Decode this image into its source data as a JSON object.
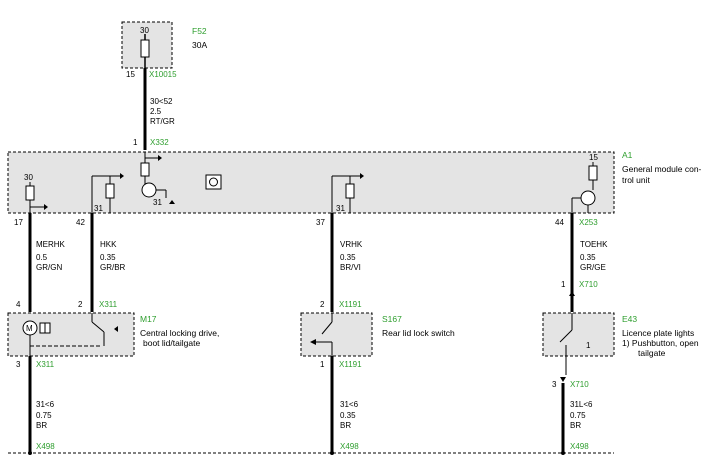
{
  "fuse": {
    "id": "F52",
    "rating": "30A",
    "pin_top": "30",
    "pin_bottom": "15",
    "connector": "X10015"
  },
  "wire_fuse": {
    "code": "30<52",
    "gauge": "2.5",
    "color": "RT/GR"
  },
  "module": {
    "id": "A1",
    "desc1": "General module con-",
    "desc2": "trol unit",
    "connector_top": "X332",
    "connector_right": "X253",
    "pin_top": "1",
    "pin_30": "30",
    "pin_15": "15",
    "gnd_label": "31",
    "pins": {
      "merhk": "17",
      "hkk": "42",
      "vrhk": "37",
      "toehk": "44"
    }
  },
  "wires": {
    "merhk": {
      "name": "MERHK",
      "gauge": "0.5",
      "color": "GR/GN"
    },
    "hkk": {
      "name": "HKK",
      "gauge": "0.35",
      "color": "GR/BR"
    },
    "vrhk": {
      "name": "VRHK",
      "gauge": "0.35",
      "color": "BR/VI"
    },
    "toehk": {
      "name": "TOEHK",
      "gauge": "0.35",
      "color": "GR/GE"
    }
  },
  "m17": {
    "id": "M17",
    "desc1": "Central locking drive,",
    "desc2": "boot lid/tailgate",
    "pin_in1": "4",
    "pin_in2": "2",
    "connector_in": "X311",
    "pin_out": "3",
    "connector_out": "X311"
  },
  "s167": {
    "id": "S167",
    "desc": "Rear lid lock switch",
    "pin_in": "2",
    "connector_in": "X1191",
    "pin_out": "1",
    "connector_out": "X1191"
  },
  "e43": {
    "id": "E43",
    "desc1": "Licence plate lights",
    "desc2": "1) Pushbutton, open",
    "desc3": "tailgate",
    "pin_in": "1",
    "connector_in": "X710",
    "pin_out": "3",
    "connector_out": "X710",
    "inner_label": "1"
  },
  "ground_wires": {
    "w1": {
      "code": "31<6",
      "gauge": "0.75",
      "color": "BR",
      "connector": "X498"
    },
    "w2": {
      "code": "31<6",
      "gauge": "0.35",
      "color": "BR",
      "connector": "X498"
    },
    "w3": {
      "code": "31L<6",
      "gauge": "0.75",
      "color": "BR",
      "connector": "X498"
    }
  }
}
